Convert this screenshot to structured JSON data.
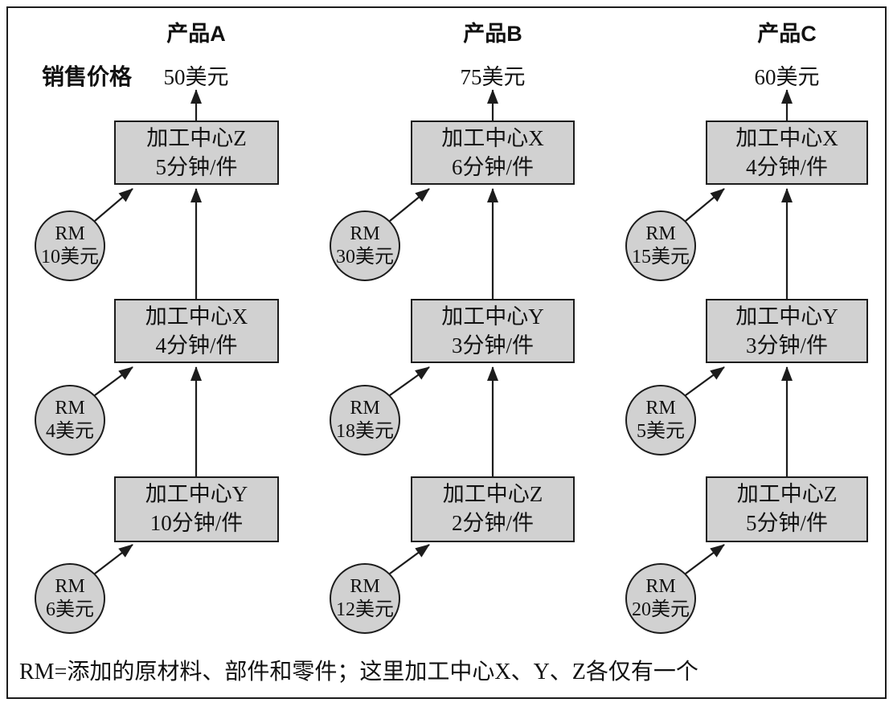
{
  "diagram": {
    "price_label": "销售价格",
    "note": "RM=添加的原材料、部件和零件；这里加工中心X、Y、Z各仅有一个",
    "colors": {
      "box_fill": "#d1d1d1",
      "box_border": "#1c1c1c",
      "background": "#ffffff"
    }
  },
  "products": [
    {
      "title": "产品A",
      "price": "50美元",
      "stations": [
        {
          "name": "加工中心Z",
          "rate": "5分钟/件",
          "rm_label": "RM",
          "rm_cost": "10美元"
        },
        {
          "name": "加工中心X",
          "rate": "4分钟/件",
          "rm_label": "RM",
          "rm_cost": "4美元"
        },
        {
          "name": "加工中心Y",
          "rate": "10分钟/件",
          "rm_label": "RM",
          "rm_cost": "6美元"
        }
      ]
    },
    {
      "title": "产品B",
      "price": "75美元",
      "stations": [
        {
          "name": "加工中心X",
          "rate": "6分钟/件",
          "rm_label": "RM",
          "rm_cost": "30美元"
        },
        {
          "name": "加工中心Y",
          "rate": "3分钟/件",
          "rm_label": "RM",
          "rm_cost": "18美元"
        },
        {
          "name": "加工中心Z",
          "rate": "2分钟/件",
          "rm_label": "RM",
          "rm_cost": "12美元"
        }
      ]
    },
    {
      "title": "产品C",
      "price": "60美元",
      "stations": [
        {
          "name": "加工中心X",
          "rate": "4分钟/件",
          "rm_label": "RM",
          "rm_cost": "15美元"
        },
        {
          "name": "加工中心Y",
          "rate": "3分钟/件",
          "rm_label": "RM",
          "rm_cost": "5美元"
        },
        {
          "name": "加工中心Z",
          "rate": "5分钟/件",
          "rm_label": "RM",
          "rm_cost": "20美元"
        }
      ]
    }
  ]
}
